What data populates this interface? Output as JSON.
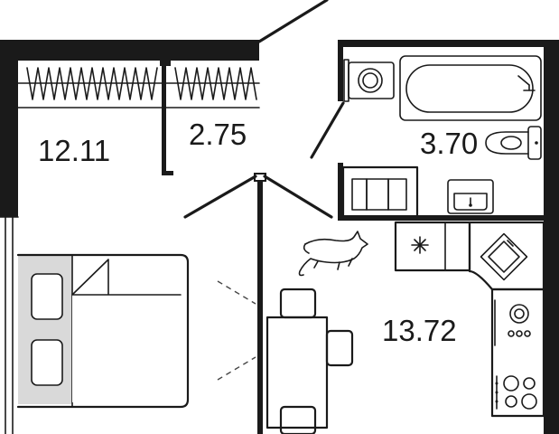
{
  "rooms": {
    "room": {
      "area": "12.11"
    },
    "wardrobe": {
      "area": "2.75"
    },
    "bathroom": {
      "area": "3.70"
    },
    "kitchen_living": {
      "area": "13.72"
    }
  },
  "symbols": {
    "window": "window-symbol",
    "door_swing": "door-swing-symbol",
    "wardrobe_rail": "closet-rail-symbol",
    "bed": "double-bed-icon",
    "washer": "washing-machine-icon",
    "bathtub": "bathtub-icon",
    "toilet": "toilet-icon",
    "washbasin": "washbasin-icon",
    "fridge": "fridge-icon",
    "sink": "kitchen-sink-icon",
    "oven": "oven-icon",
    "cooktop": "cooktop-icon",
    "dining_table": "dining-table-icon",
    "chair": "chair-icon",
    "cat": "cat-icon"
  },
  "colors": {
    "wall": "#1a1a1a",
    "bed_fill": "#d9d9d9",
    "background": "#ffffff"
  }
}
